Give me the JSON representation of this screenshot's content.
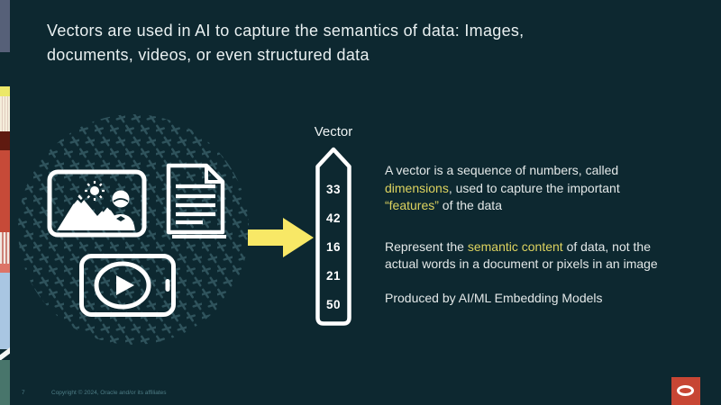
{
  "slide": {
    "title_line1": "Vectors are used in AI to capture the semantics of data: Images,",
    "title_line2": "documents, videos, or even structured data",
    "page_number": "7",
    "copyright": "Copyright © 2024, Oracle and/or its affiliates"
  },
  "vector": {
    "label": "Vector",
    "values": [
      "33",
      "42",
      "16",
      "21",
      "50"
    ]
  },
  "body": {
    "p1_l1": "A vector is a sequence of numbers, called",
    "p1_l2_hl": "dimensions",
    "p1_l2": ", used to capture the important",
    "p1_l3_hl": "“features”",
    "p1_l3": " of the data",
    "p2_l1a": "Represent the ",
    "p2_l1_hl": "semantic content",
    "p2_l1b": " of data, not the",
    "p2_l2": "actual words in a document or pixels in an image",
    "p3": "Produced by AI/ML Embedding Models"
  },
  "icons": {
    "image-icon": "photo frame with mountains, sun and person",
    "document-icon": "page with folded corner and text lines",
    "video-icon": "tablet with play button",
    "right-arrow-icon": "yellow solid arrow pointing right",
    "x-pattern-circle": "circle filled with ✕ marks",
    "oracle-logo-icon": "red square with white O ring"
  },
  "colors": {
    "background": "#0d2830",
    "accent_yellow_arrow": "#f8e866",
    "highlight_text_yellow": "#ddd35f",
    "body_text": "#e3e8e8",
    "icon_white": "#ffffff",
    "pattern_teal": "#2f535c",
    "oracle_red": "#c74634",
    "footer_teal": "#4e7d86"
  }
}
